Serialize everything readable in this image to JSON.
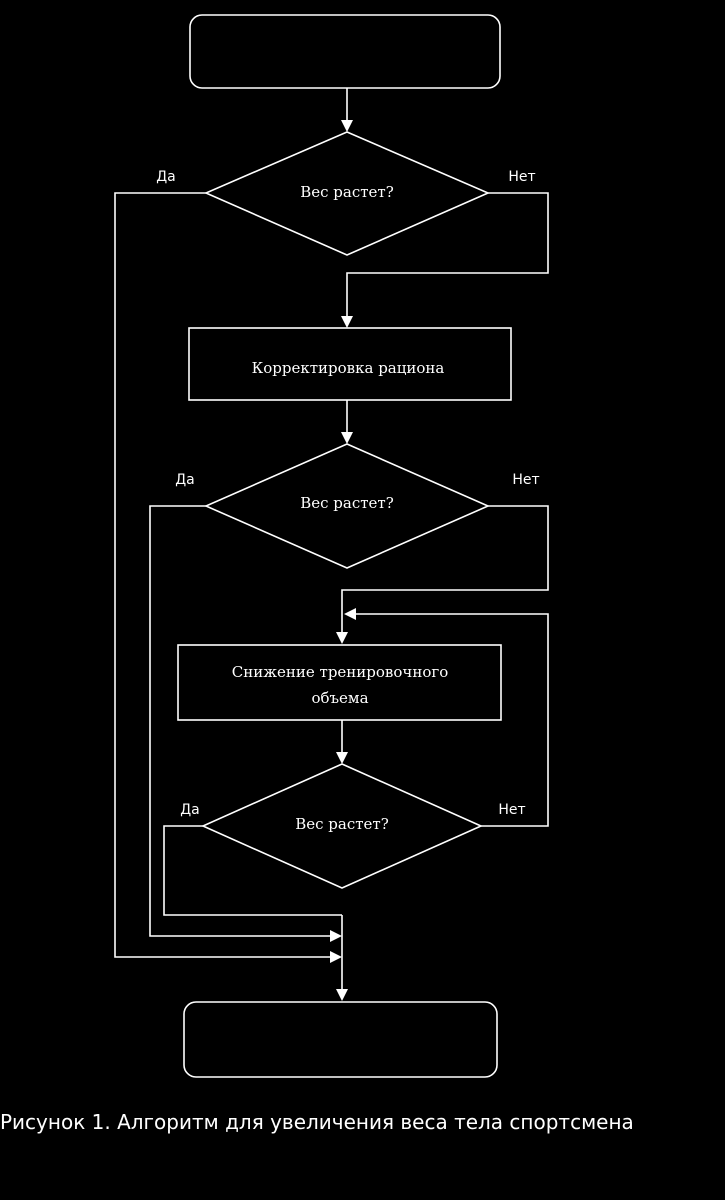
{
  "nodes": {
    "decision1": "Вес растет?",
    "process1": "Корректировка рациона",
    "decision2": "Вес растет?",
    "process2_line1": "Снижение тренировочного",
    "process2_line2": "объема",
    "decision3": "Вес растет?"
  },
  "branches": {
    "d1_yes": "Да",
    "d1_no": "Нет",
    "d2_yes": "Да",
    "d2_no": "Нет",
    "d3_yes": "Да",
    "d3_no": "Нет"
  },
  "caption": "Рисунок 1. Алгоритм для увеличения веса тела спортсмена",
  "colors": {
    "background": "#000000",
    "stroke": "#ffffff",
    "text": "#ffffff"
  }
}
